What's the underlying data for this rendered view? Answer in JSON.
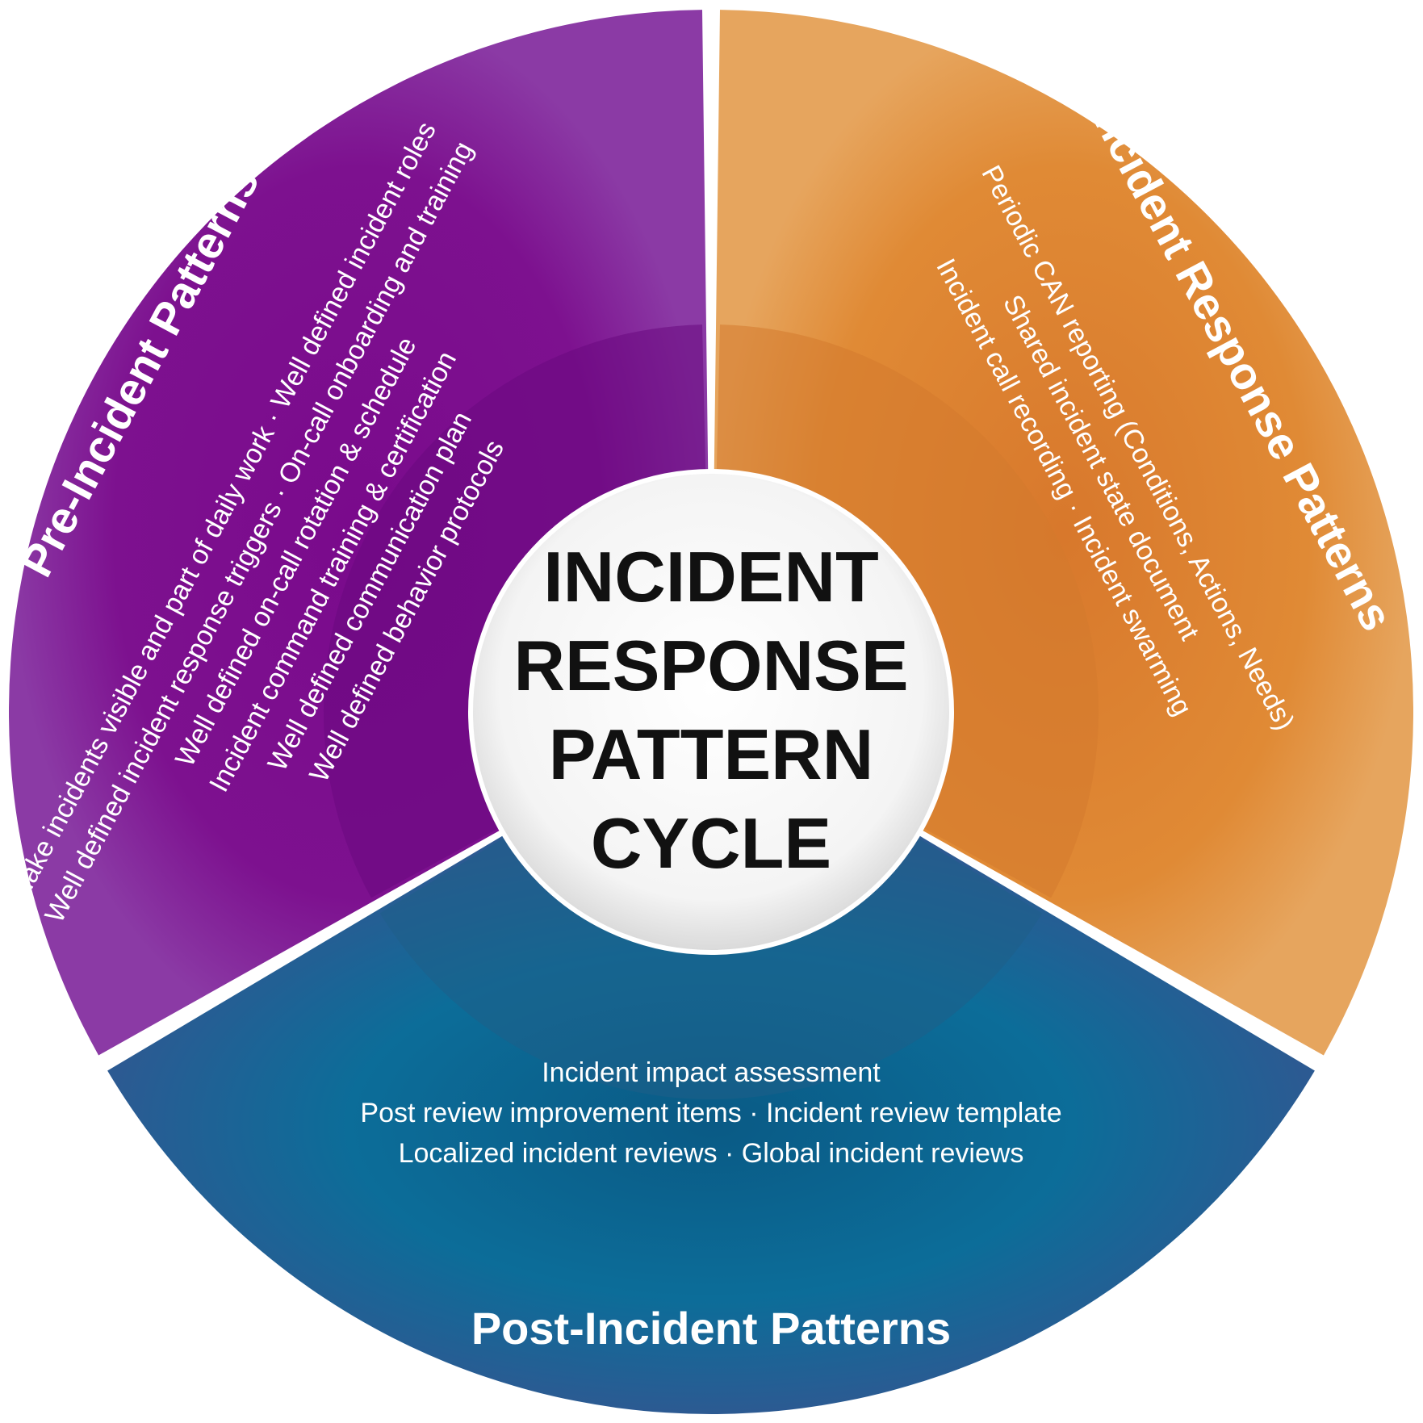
{
  "center": {
    "lines": [
      "INCIDENT",
      "RESPONSE",
      "PATTERN",
      "CYCLE"
    ]
  },
  "pre_incident": {
    "title": "Pre-Incident Patterns",
    "lines": [
      [
        "Make incidents visible and part of daily work",
        "Well defined incident roles"
      ],
      [
        "Well defined incident response triggers",
        "On-call onboarding and training"
      ],
      [
        "Well defined on-call rotation & schedule"
      ],
      [
        "Incident command training & certification"
      ],
      [
        "Well defined communication plan"
      ],
      [
        "Well defined behavior protocols"
      ]
    ],
    "separator": "·",
    "colors": {
      "dark": "#6a0f86",
      "light": "#8a3aa8"
    }
  },
  "incident_response": {
    "title": "Incident Response Patterns",
    "lines": [
      [
        "Periodic CAN reporting (Conditions, Actions, Needs)"
      ],
      [
        "Shared incident state document"
      ],
      [
        "Incident call recording",
        "Incident swarming"
      ]
    ],
    "separator": "·",
    "colors": {
      "dark": "#d9762a",
      "light": "#e8a458"
    }
  },
  "post_incident": {
    "title": "Post-Incident Patterns",
    "lines": [
      [
        "Incident impact assessment"
      ],
      [
        "Post review improvement items",
        "Incident review template"
      ],
      [
        "Localized incident reviews",
        "Global incident reviews"
      ]
    ],
    "separator": "·",
    "colors": {
      "dark": "#0b5f8c",
      "light": "#3a8ab3",
      "outer": "#2f3f8f"
    }
  }
}
